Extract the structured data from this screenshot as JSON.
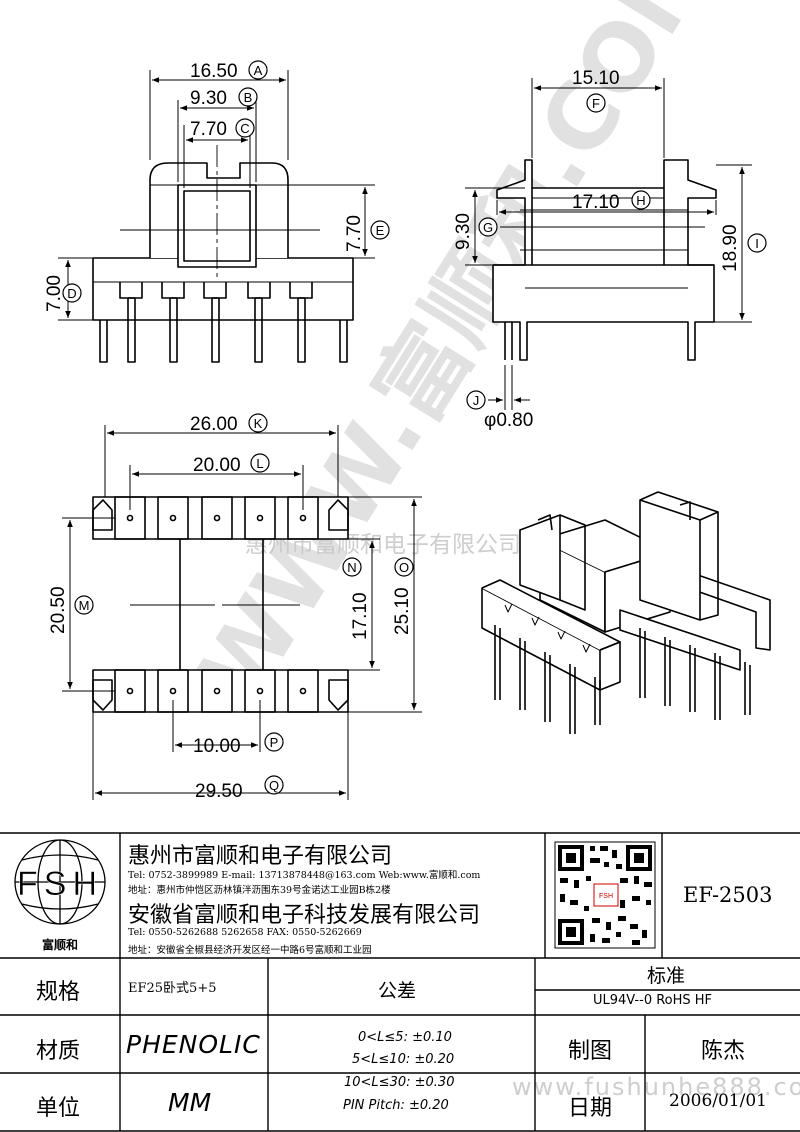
{
  "dimensions": {
    "A": "16.50",
    "B": "9.30",
    "C": "7.70",
    "D": "7.00",
    "E": "7.70",
    "F": "15.10",
    "G": "9.30",
    "H": "17.10",
    "I": "18.90",
    "J": "φ0.80",
    "K": "26.00",
    "L": "20.00",
    "M": "20.50",
    "N": "17.10",
    "O": "25.10",
    "P": "10.00",
    "Q": "29.50"
  },
  "labels": {
    "A": "A",
    "B": "B",
    "C": "C",
    "D": "D",
    "E": "E",
    "F": "F",
    "G": "G",
    "H": "H",
    "I": "I",
    "J": "J",
    "K": "K",
    "L": "L",
    "M": "M",
    "N": "N",
    "O": "O",
    "P": "P",
    "Q": "Q"
  },
  "watermark": {
    "diagonal": "WWW.富顺和.COM",
    "center": "惠州市富顺和电子有限公司",
    "footer": "www.fushunhe888.com"
  },
  "logo": {
    "letters": "FSH",
    "caption": "富顺和"
  },
  "company1": {
    "name": "惠州市富顺和电子有限公司",
    "contact": "Tel:   0752-3899989   E-mail: 13713878448@163.com   Web:www.富顺和.com",
    "address": "地址：惠州市仲恺区沥林镇泮沥围东39号金诺达工业园B栋2楼"
  },
  "company2": {
    "name": "安徽省富顺和电子科技发展有限公司",
    "contact": "Tel:   0550-5262688   5262658        FAX:  0550-5262669",
    "address": "地址：安徽省全椒县经济开发区经一中路6号富顺和工业园"
  },
  "part_number": "EF-2503",
  "table": {
    "spec_label": "规格",
    "spec_value": "EF25卧式5+5",
    "tolerance_label": "公差",
    "standard_label": "标准",
    "standard_value": "UL94V--0  RoHS HF",
    "material_label": "材质",
    "material_value": "PHENOLIC",
    "drawn_label": "制图",
    "drawn_value": "陈杰",
    "unit_label": "单位",
    "unit_value": "MM",
    "date_label": "日期",
    "date_value": "2006/01/01",
    "tolerances": [
      "0<L≤5: ±0.10",
      "5<L≤10: ±0.20",
      "10<L≤30: ±0.30",
      "PIN Pitch: ±0.20"
    ]
  }
}
